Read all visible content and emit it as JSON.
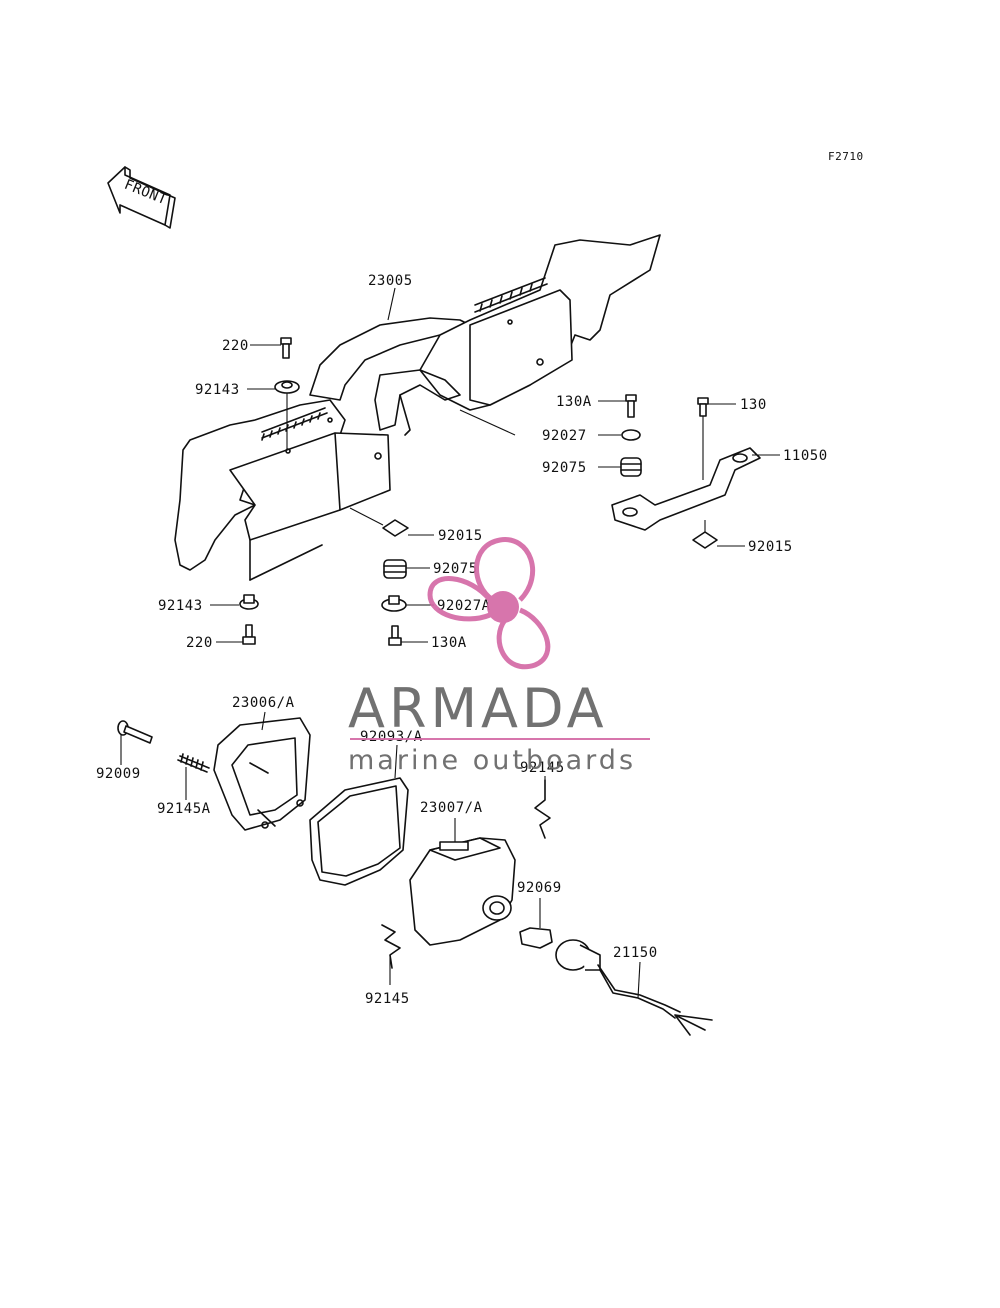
{
  "figure_code": "F2710",
  "front_arrow": {
    "icon": "front-arrow-icon",
    "text": "FRONT"
  },
  "watermark": {
    "brand": "ARMADA",
    "tagline": "marine outboards",
    "logo_icon": "propeller-logo-icon",
    "accent_color": "#d46aa6",
    "text_color": "#666666"
  },
  "callouts": {
    "c23005": "23005",
    "c220_top": "220",
    "c92143_top": "92143",
    "c130A_right": "130A",
    "c92027": "92027",
    "c92075_right": "92075",
    "c130": "130",
    "c11050": "11050",
    "c92015_right": "92015",
    "c92015_mid": "92015",
    "c92075_mid": "92075",
    "c92027A": "92027A",
    "c130A_mid": "130A",
    "c92143_bottom": "92143",
    "c220_bottom": "220",
    "c23006A": "23006/A",
    "c92009": "92009",
    "c92145A": "92145A",
    "c92093A": "92093/A",
    "c92145_top": "92145",
    "c23007A": "23007/A",
    "c92069": "92069",
    "c21150": "21150",
    "c92145_bottom": "92145"
  }
}
